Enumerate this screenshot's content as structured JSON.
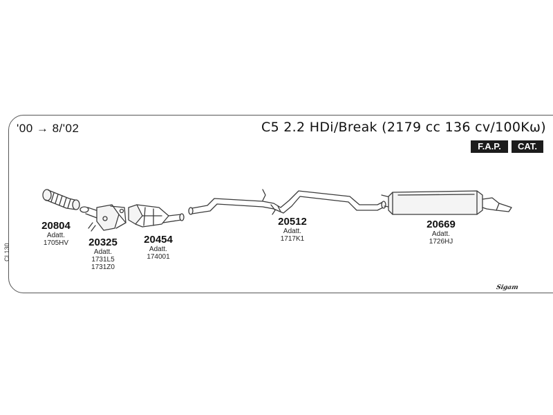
{
  "header": {
    "date_range": "'00 → 8/'02",
    "model_title": "C5 2.2 HDi/Break (2179 cc 136 cv/100Kω)",
    "badges": {
      "fap": "F.A.P.",
      "cat": "CAT."
    }
  },
  "side_code": "CI 130",
  "brand_mark": "Sigam",
  "parts": [
    {
      "code": "20804",
      "note_1": "Adatt.",
      "note_2": "1705HV",
      "note_3": ""
    },
    {
      "code": "20325",
      "note_1": "Adatt.",
      "note_2": "1731L5",
      "note_3": "1731Z0"
    },
    {
      "code": "20454",
      "note_1": "Adatt.",
      "note_2": "174001",
      "note_3": ""
    },
    {
      "code": "20512",
      "note_1": "Adatt.",
      "note_2": "1717K1",
      "note_3": ""
    },
    {
      "code": "20669",
      "note_1": "Adatt.",
      "note_2": "1726HJ",
      "note_3": ""
    }
  ],
  "colors": {
    "line": "#3a3a3a",
    "panel_border": "#555555",
    "badge_bg": "#1c1c1c",
    "badge_text": "#ffffff",
    "fill_light": "#f4f4f4"
  }
}
